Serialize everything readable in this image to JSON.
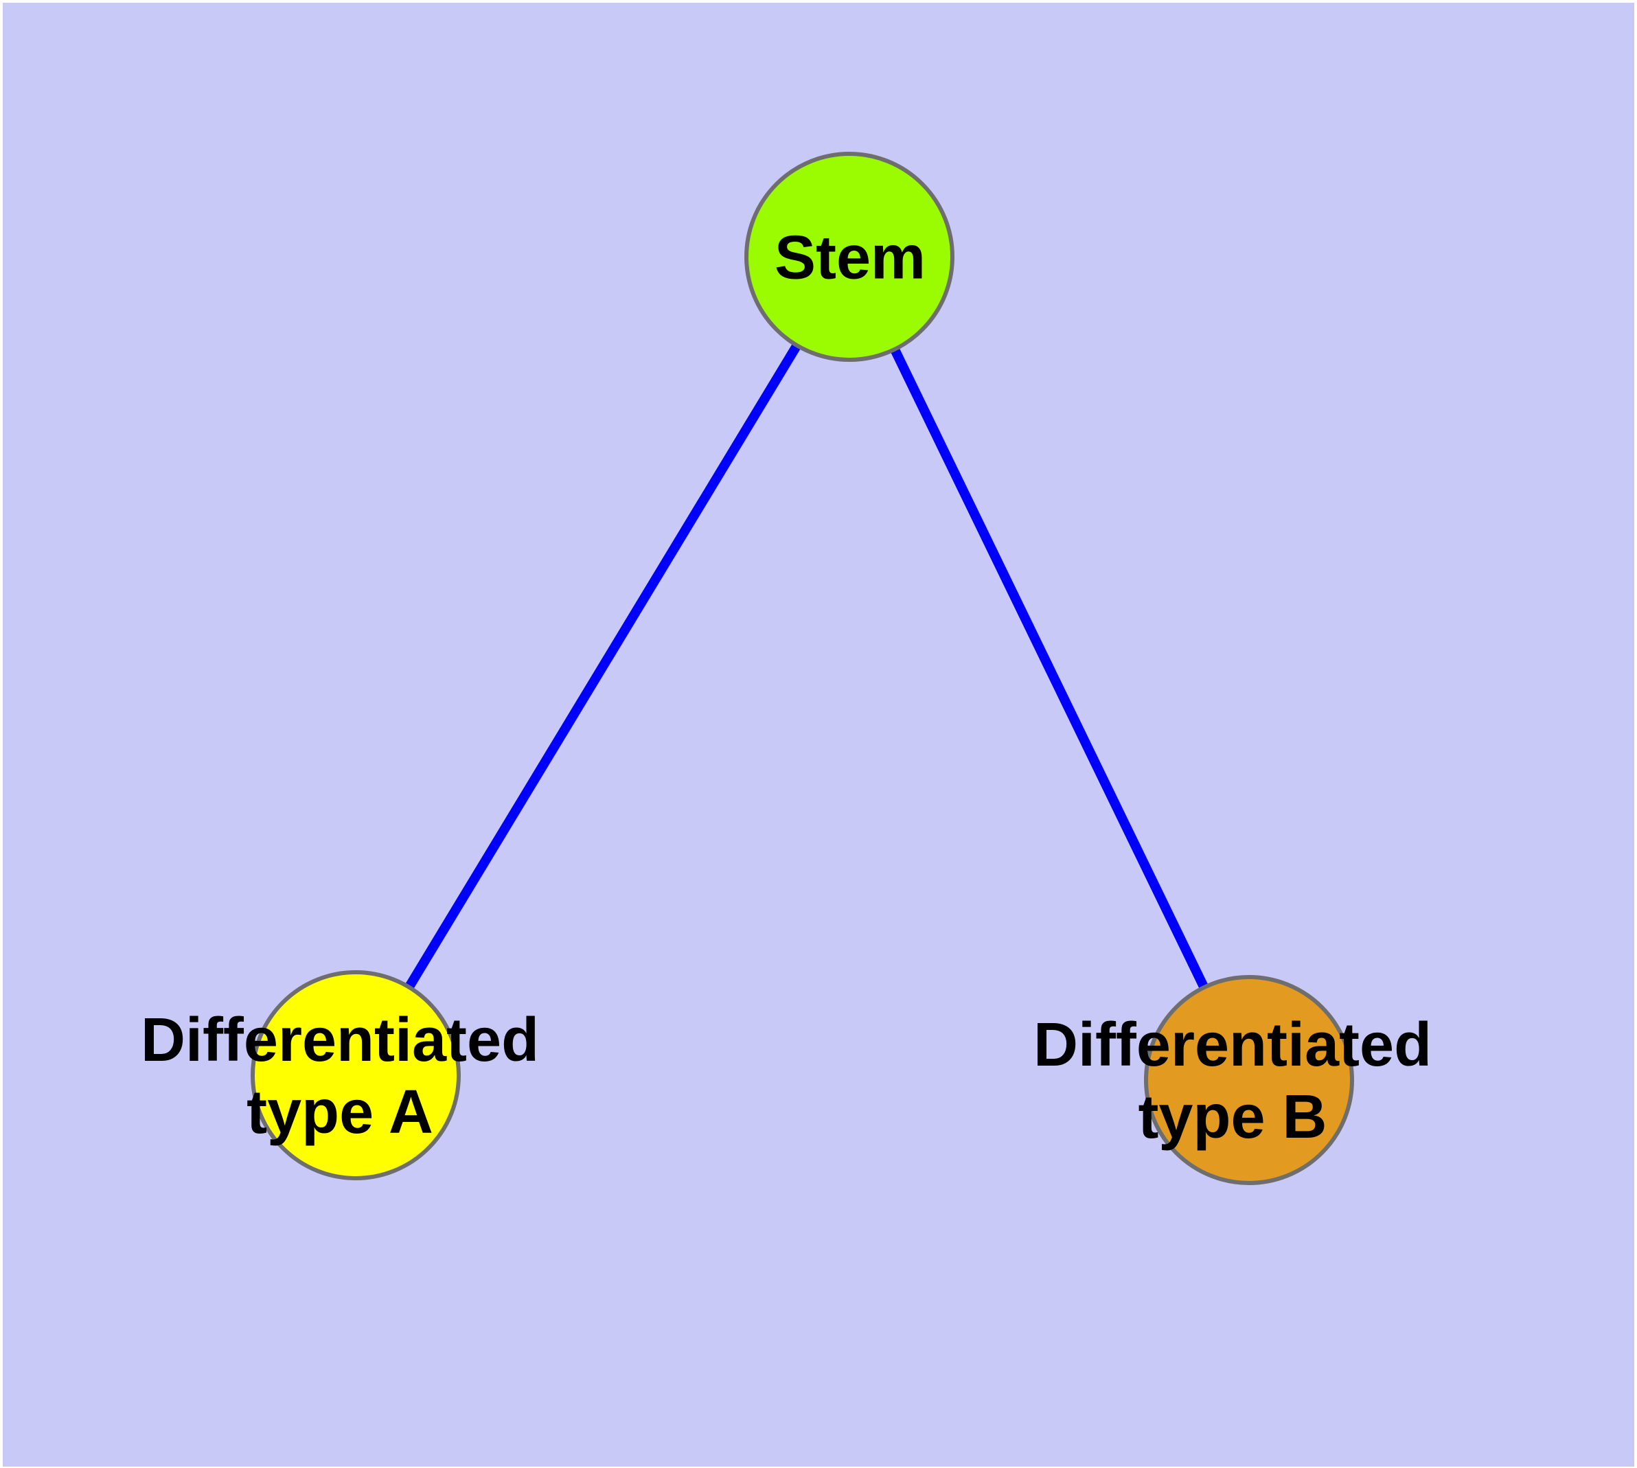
{
  "diagram": {
    "type": "graph",
    "background_color": "#c9c9f8",
    "margin_color": "#ffffff",
    "edge_color": "#0000ff",
    "node_border_color": "#6e6e6e",
    "label_color": "#000000",
    "nodes": [
      {
        "id": "stem",
        "label": "Stem",
        "line1": "Stem",
        "line2": "",
        "color": "#9bfb00"
      },
      {
        "id": "type-a",
        "label": "Differentiated type A",
        "line1": "Differentiated",
        "line2": "type A",
        "color": "#ffff00"
      },
      {
        "id": "type-b",
        "label": "Differentiated type B",
        "line1": "Differentiated",
        "line2": "type B",
        "color": "#e29b20"
      }
    ],
    "edges": [
      {
        "from": "Stem",
        "to": "Differentiated type A"
      },
      {
        "from": "Stem",
        "to": "Differentiated type B"
      }
    ]
  }
}
